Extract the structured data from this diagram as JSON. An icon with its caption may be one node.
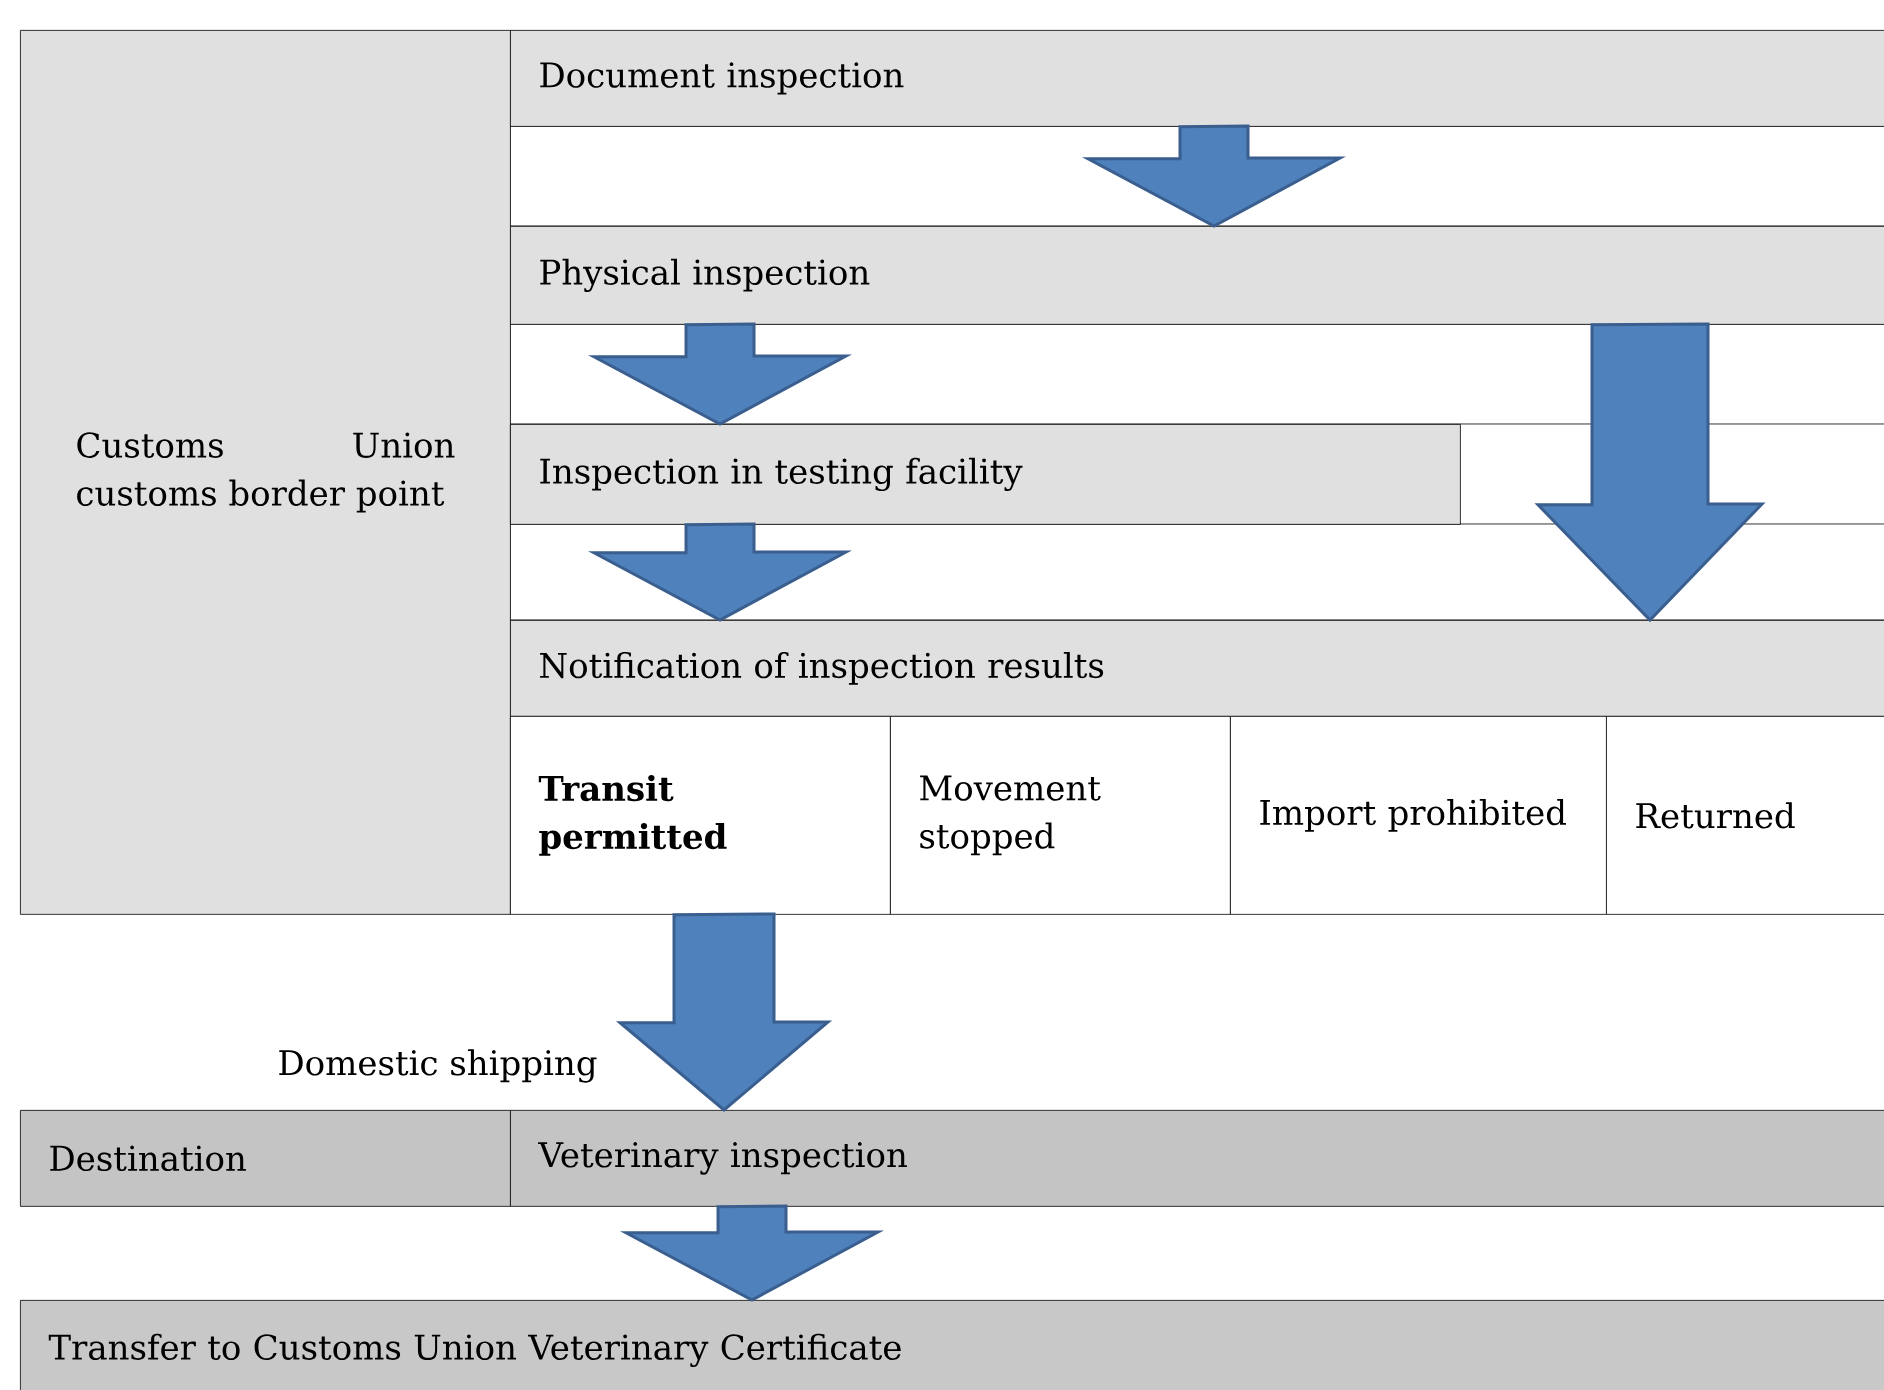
{
  "diagram": {
    "nodes": [
      {
        "text": [
          "Customs Union customs border point"
        ]
      },
      {
        "text": [
          "Document inspection"
        ]
      },
      {
        "text": [
          "Physical inspection"
        ]
      },
      {
        "text": [
          "Inspection in testing facility"
        ]
      },
      {
        "text": [
          "Notification of inspection results"
        ]
      },
      {
        "text": [
          "Transit permitted"
        ]
      },
      {
        "text": [
          "Movement stopped"
        ]
      },
      {
        "text": [
          "Import prohibited"
        ]
      },
      {
        "text": [
          "Returned"
        ]
      },
      {
        "text": [
          "Destination"
        ]
      },
      {
        "text": [
          "Veterinary inspection"
        ]
      },
      {
        "text": [
          "Transfer to Customs Union Veterinary Certificate"
        ]
      }
    ],
    "edges": [
      {
        "from": 1,
        "to": 2,
        "arrow": "to"
      },
      {
        "from": 2,
        "to": 3,
        "arrow": "to"
      },
      {
        "from": 3,
        "to": 4,
        "arrow": "to"
      },
      {
        "from": 2,
        "to": 4,
        "arrow": "to"
      },
      {
        "from": 5,
        "to": 10,
        "arrow": "to",
        "label": "Domestic shipping"
      },
      {
        "from": 10,
        "to": 11,
        "arrow": "to"
      }
    ]
  }
}
